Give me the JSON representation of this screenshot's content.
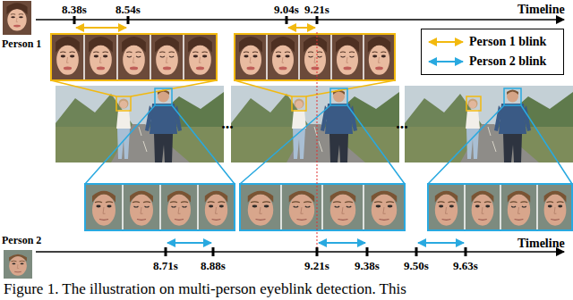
{
  "diagram": {
    "caption": "Figure 1. The illustration on multi-person eyeblink detection. This",
    "labels": [
      "8.38s",
      "8.54s",
      "9.04s",
      "9.21s",
      "Timeline",
      "Person 1",
      "...",
      "...",
      "Person 2",
      "8.71s",
      "8.88s",
      "9.21s",
      "9.38s",
      "9.50s",
      "9.63s",
      "Timeline"
    ],
    "legend": [
      {
        "text": "Person 1 blink"
      },
      {
        "text": "Person 2 blink"
      }
    ]
  }
}
